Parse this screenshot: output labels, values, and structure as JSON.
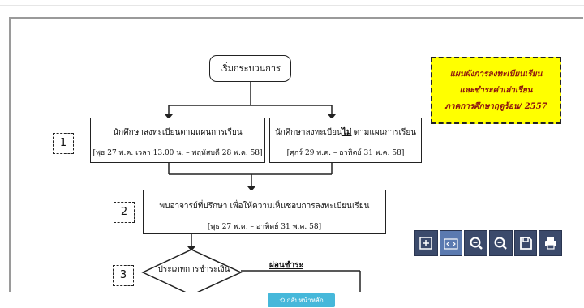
{
  "flowchart": {
    "start": "เริ่มกระบวนการ",
    "step1": {
      "number": "1",
      "left_title": "นักศึกษาลงทะเบียนตามแผนการเรียน",
      "left_date": "[พุธ 27 พ.ค. เวลา 13.00 น. – พฤหัสบดี 28 พ.ค. 58]",
      "right_title_a": "นักศึกษาลงทะเบียน",
      "right_title_b": "ไม่",
      "right_title_c": " ตามแผนการเรียน",
      "right_date": "[ศุกร์ 29 พ.ค. – อาทิตย์ 31 พ.ค. 58]"
    },
    "step2": {
      "number": "2",
      "title": "พบอาจารย์ที่ปรึกษา เพื่อให้ความเห็นชอบการลงทะเบียนเรียน",
      "date": "[พุธ 27 พ.ค. – อาทิตย์ 31 พ.ค. 58]"
    },
    "step3": {
      "number": "3",
      "decision": "ประเภทการชำระเงิน",
      "branch_label": "ผ่อนชำระ"
    }
  },
  "notice": {
    "line1": "แผนผังการลงทะเบียนเรียน",
    "line2": "และชำระค่าเล่าเรียน",
    "line3": "ภาคการศึกษาฤดูร้อน/ 2557"
  },
  "toolbar": {
    "buttons": [
      "fit-page-icon",
      "fit-width-icon",
      "zoom-out-icon",
      "zoom-in-icon",
      "save-icon",
      "print-icon"
    ]
  },
  "footer": {
    "back_label": "กลับหน้าหลัก"
  },
  "colors": {
    "notice_bg": "#ffff00",
    "notice_text": "#8b1010",
    "toolbar_bg": "#3b4a6b",
    "back_button": "#46b8da"
  }
}
